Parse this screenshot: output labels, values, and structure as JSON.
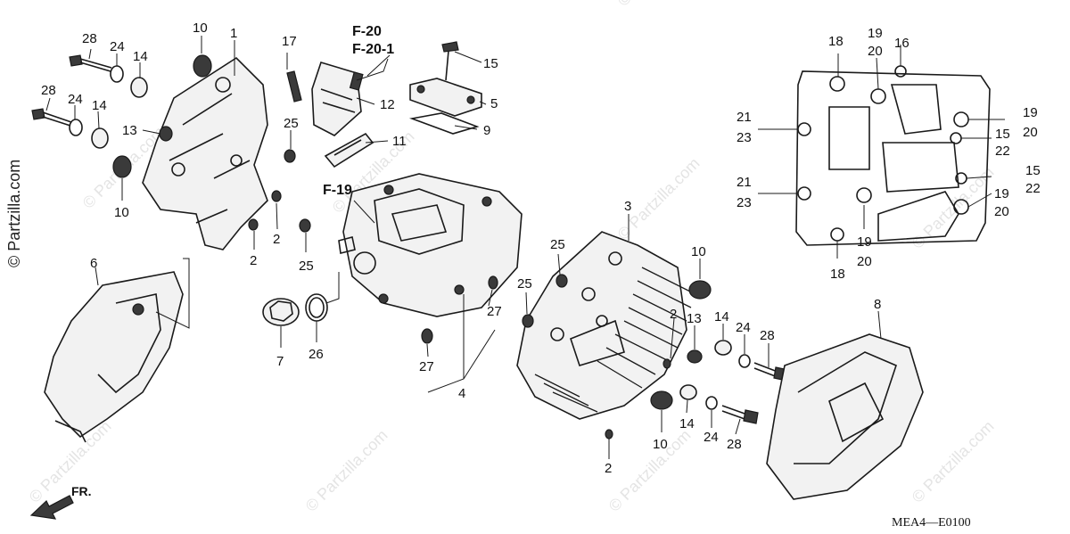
{
  "watermarks": {
    "side": "© Partzilla.com",
    "repeat": "© Partzilla.com"
  },
  "refs": {
    "f20": "F-20",
    "f201": "F-20-1",
    "f19": "F-19"
  },
  "front_label": "FR.",
  "diagram_code": "MEA4—E0100",
  "callouts": {
    "c1": "1",
    "c2a": "2",
    "c2b": "2",
    "c2c": "2",
    "c2d": "2",
    "c3": "3",
    "c4": "4",
    "c5": "5",
    "c6": "6",
    "c7": "7",
    "c8": "8",
    "c9": "9",
    "c10a": "10",
    "c10b": "10",
    "c10c": "10",
    "c10d": "10",
    "c11": "11",
    "c12": "12",
    "c13a": "13",
    "c13b": "13",
    "c14a": "14",
    "c14b": "14",
    "c14c": "14",
    "c14d": "14",
    "c15a": "15",
    "c15b": "15",
    "c15c": "15",
    "c16": "16",
    "c17": "17",
    "c18a": "18",
    "c18b": "18",
    "c19a": "19",
    "c19b": "19",
    "c19c": "19",
    "c19d": "19",
    "c20a": "20",
    "c20b": "20",
    "c20c": "20",
    "c20d": "20",
    "c21a": "21",
    "c21b": "21",
    "c22a": "22",
    "c22b": "22",
    "c23a": "23",
    "c23b": "23",
    "c24a": "24",
    "c24b": "24",
    "c24c": "24",
    "c24d": "24",
    "c25a": "25",
    "c25b": "25",
    "c25c": "25",
    "c25d": "25",
    "c26": "26",
    "c27a": "27",
    "c27b": "27",
    "c28a": "28",
    "c28b": "28",
    "c28c": "28",
    "c28d": "28"
  }
}
